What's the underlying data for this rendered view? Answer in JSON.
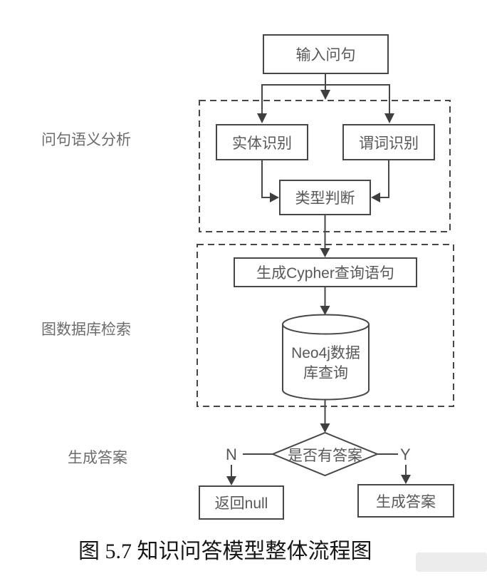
{
  "figure": {
    "caption": "图 5.7 知识问答模型整体流程图"
  },
  "nodes": {
    "input": "输入问句",
    "entity": "实体识别",
    "predicate": "谓词识别",
    "type_judge": "类型判断",
    "cypher": "生成Cypher查询语句",
    "neo4j_line1": "Neo4j数据",
    "neo4j_line2": "库查询",
    "decision": "是否有答案",
    "return_null": "返回null",
    "answer": "生成答案"
  },
  "stage_labels": {
    "semantic": "问句语义分析",
    "graphdb": "图数据库检索",
    "gen_answer": "生成答案"
  },
  "branch": {
    "no": "N",
    "yes": "Y"
  },
  "edges": [
    {
      "from": "input",
      "to": "entity"
    },
    {
      "from": "input",
      "to": "predicate"
    },
    {
      "from": "entity",
      "to": "type_judge"
    },
    {
      "from": "predicate",
      "to": "type_judge"
    },
    {
      "from": "type_judge",
      "to": "cypher"
    },
    {
      "from": "cypher",
      "to": "neo4j"
    },
    {
      "from": "neo4j",
      "to": "decision"
    },
    {
      "from": "decision",
      "to": "return_null",
      "label": "N"
    },
    {
      "from": "decision",
      "to": "answer",
      "label": "Y"
    }
  ],
  "colors": {
    "stroke": "#474747",
    "node_text": "#585858",
    "stage_label_text": "#6b6b6b",
    "caption_text": "#161616",
    "background": "#ffffff"
  }
}
